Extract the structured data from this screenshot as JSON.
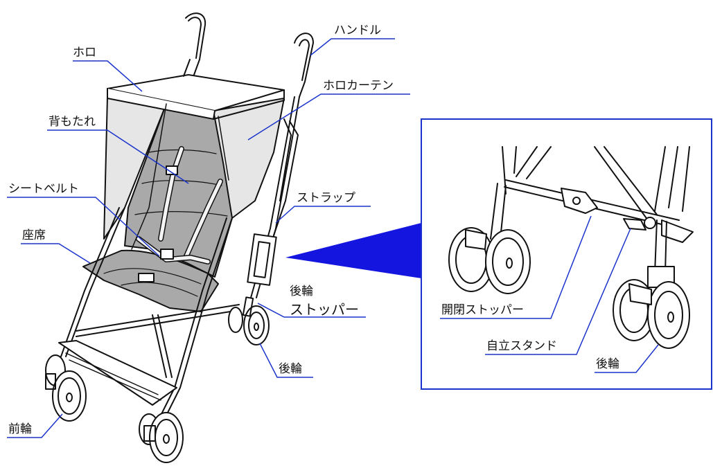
{
  "labels": {
    "canopy": "ホロ",
    "handle": "ハンドル",
    "canopy_curtain": "ホロカーテン",
    "backrest": "背もたれ",
    "seatbelt": "シートベルト",
    "strap": "ストラップ",
    "seat": "座席",
    "rear_wheel_stopper_line1": "後輪",
    "rear_wheel_stopper_line2": "ストッパー",
    "rear_wheel": "後輪",
    "front_wheel": "前輪",
    "inset_folding_stopper": "開閉ストッパー",
    "inset_stand": "自立スタンド",
    "inset_rear_wheel": "後輪"
  },
  "colors": {
    "line": "#111111",
    "leader": "#1a33cc",
    "inset_border": "#1a33cc",
    "pointer": "#1515e0",
    "seat_fill": "#a9a9a9",
    "canopy_side_fill": "#e6e6e6"
  }
}
